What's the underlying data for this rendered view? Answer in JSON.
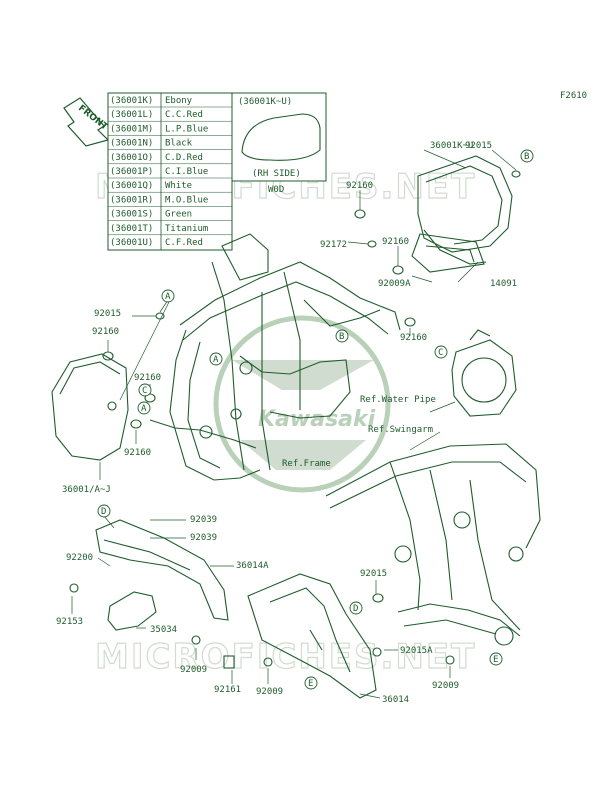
{
  "figure_code": "F2610",
  "front_arrow_label": "FRONT",
  "watermark_text": "MICROFICHES.NET",
  "logo_text": "Kawasaki",
  "color_table": [
    {
      "part": "(36001K)",
      "color": "Ebony"
    },
    {
      "part": "(36001L)",
      "color": "C.C.Red"
    },
    {
      "part": "(36001M)",
      "color": "L.P.Blue"
    },
    {
      "part": "(36001N)",
      "color": "Black"
    },
    {
      "part": "(36001O)",
      "color": "C.D.Red"
    },
    {
      "part": "(36001P)",
      "color": "C.I.Blue"
    },
    {
      "part": "(36001Q)",
      "color": "White"
    },
    {
      "part": "(36001R)",
      "color": "M.O.Blue"
    },
    {
      "part": "(36001S)",
      "color": "Green"
    },
    {
      "part": "(36001T)",
      "color": "Titanium"
    },
    {
      "part": "(36001U)",
      "color": "C.F.Red"
    }
  ],
  "inset": {
    "title": "(36001K~U)",
    "caption": "(RH SIDE)",
    "code": "W0D"
  },
  "part_labels": [
    {
      "id": "36001k-u",
      "text": "36001K~U"
    },
    {
      "id": "92015-tr",
      "text": "92015"
    },
    {
      "id": "92160-a",
      "text": "92160"
    },
    {
      "id": "92172",
      "text": "92172"
    },
    {
      "id": "92160-b",
      "text": "92160"
    },
    {
      "id": "92009a",
      "text": "92009A"
    },
    {
      "id": "14091",
      "text": "14091"
    },
    {
      "id": "92015-l",
      "text": "92015"
    },
    {
      "id": "92160-l",
      "text": "92160"
    },
    {
      "id": "92160-c",
      "text": "92160"
    },
    {
      "id": "92160-d",
      "text": "92160"
    },
    {
      "id": "92160-e",
      "text": "92160"
    },
    {
      "id": "ref-water-pipe",
      "text": "Ref.Water Pipe"
    },
    {
      "id": "ref-swingarm",
      "text": "Ref.Swingarm"
    },
    {
      "id": "ref-frame",
      "text": "Ref.Frame"
    },
    {
      "id": "36001-a-j",
      "text": "36001/A~J"
    },
    {
      "id": "92039-a",
      "text": "92039"
    },
    {
      "id": "92039-b",
      "text": "92039"
    },
    {
      "id": "92200",
      "text": "92200"
    },
    {
      "id": "36014a",
      "text": "36014A"
    },
    {
      "id": "92153",
      "text": "92153"
    },
    {
      "id": "35034",
      "text": "35034"
    },
    {
      "id": "92015-m",
      "text": "92015"
    },
    {
      "id": "92015a",
      "text": "92015A"
    },
    {
      "id": "92009-a",
      "text": "92009"
    },
    {
      "id": "92009-b",
      "text": "92009"
    },
    {
      "id": "92009-c",
      "text": "92009"
    },
    {
      "id": "92161",
      "text": "92161"
    },
    {
      "id": "36014",
      "text": "36014"
    }
  ],
  "ref_markers": [
    "A",
    "A",
    "A",
    "B",
    "B",
    "C",
    "C",
    "D",
    "D",
    "E",
    "E"
  ]
}
